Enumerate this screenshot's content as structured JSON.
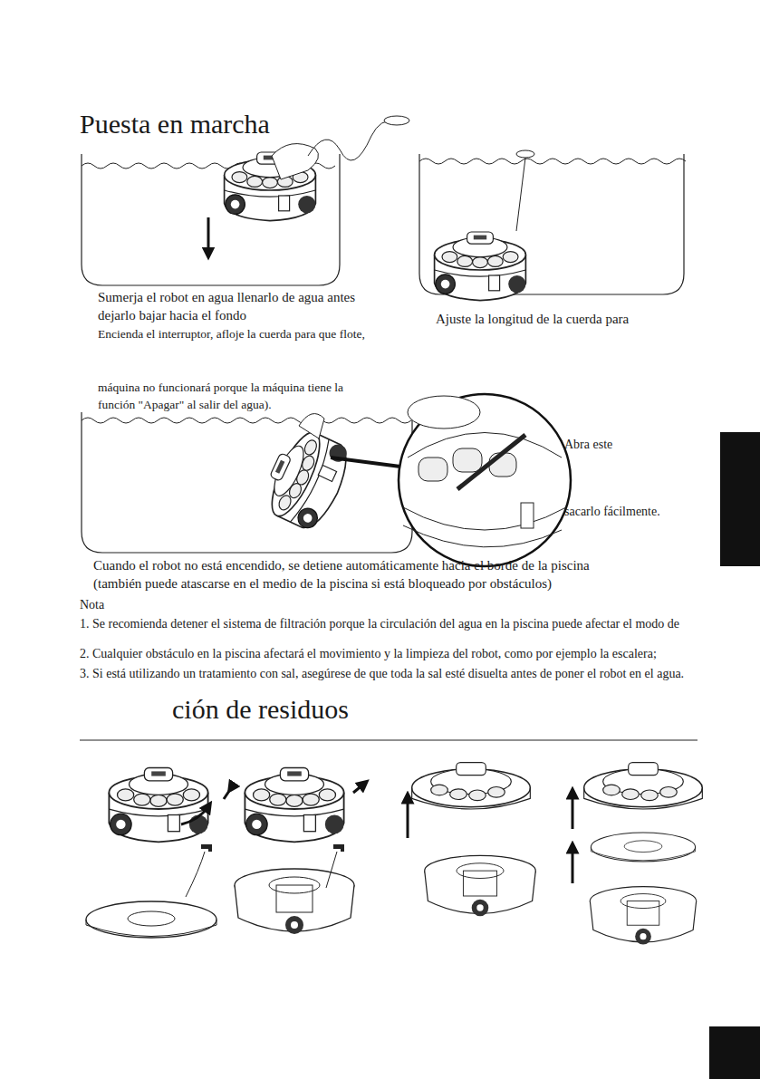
{
  "diagram": {
    "title": "Puesta en marcha",
    "labels": [
      "Sumerja el robot en agua llenarlo de agua antes",
      "dejarlo bajar hacia el fondo",
      "Encienda el interruptor, afloje la cuerda para que flote,",
      "Ajuste la longitud de la cuerda para",
      "máquina no funcionará porque la máquina tiene la",
      "función \"Apagar\" al salir del agua).",
      "Abra este",
      "sacarlo fácilmente.",
      "Cuando el robot no está encendido, se detiene automáticamente hacia el borde de la piscina",
      "(también puede atascarse en el medio de la piscina si está bloqueado por obstáculos)",
      "Nota",
      "1. Se recomienda detener el sistema de filtración porque la circulación del agua en la piscina puede afectar el modo de",
      "2. Cualquier obstáculo en la piscina afectará el movimiento y la limpieza del robot, como por ejemplo la escalera;",
      "3. Si está utilizando un tratamiento con sal, asegúrese de que toda la sal esté disuelta antes de poner el robot en el agua.",
      "ción de residuos"
    ]
  }
}
